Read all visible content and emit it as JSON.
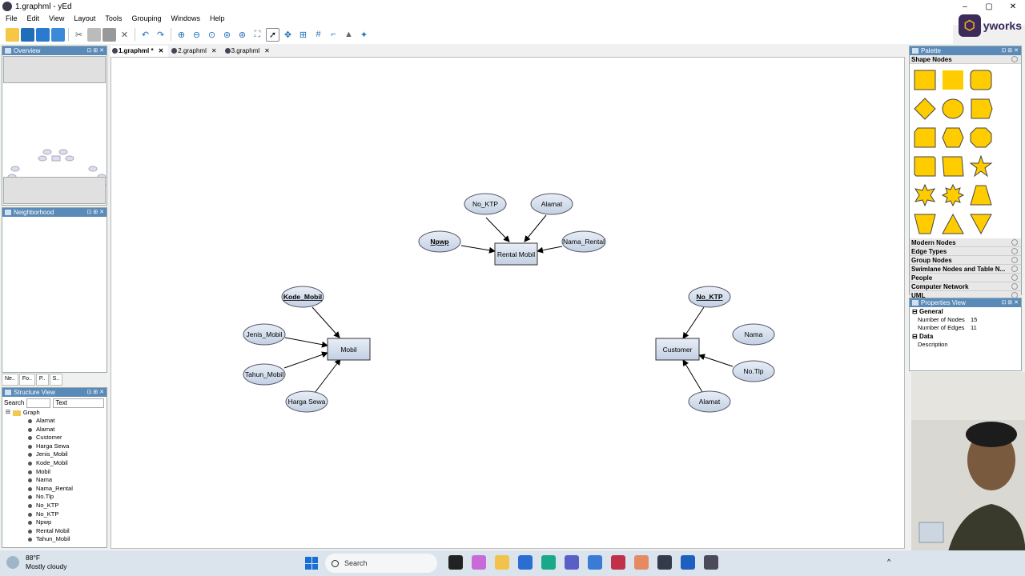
{
  "window": {
    "title": "1.graphml - yEd",
    "controls": [
      "–",
      "▢",
      "✕"
    ]
  },
  "menu": [
    "File",
    "Edit",
    "View",
    "Layout",
    "Tools",
    "Grouping",
    "Windows",
    "Help"
  ],
  "toolbar": {
    "buttons": [
      "new-icon",
      "open-icon",
      "save-icon",
      "print-icon",
      "cut-icon",
      "copy-icon",
      "paste-icon",
      "delete-icon",
      "undo-icon",
      "redo-icon",
      "zoom-in-icon",
      "zoom-out-icon",
      "zoom-fit-icon",
      "zoom-area-icon",
      "zoom-selection-icon",
      "fit-content-icon",
      "edit-mode-icon",
      "navigate-icon",
      "layout-icon",
      "grid-icon",
      "snap-icon",
      "ortho-icon",
      "magic-icon"
    ]
  },
  "brand": {
    "name": "yworks"
  },
  "panels": {
    "overview": "Overview",
    "neighborhood": "Neighborhood",
    "structure": "Structure View",
    "palette": "Palette",
    "properties": "Properties View"
  },
  "small_tabs": [
    "Ne..",
    "Fo..",
    "P..",
    "S.."
  ],
  "structure": {
    "search_label": "Search",
    "search_mode": "Text",
    "root": "Graph",
    "items": [
      "Alamat",
      "Alamat",
      "Customer",
      "Harga Sewa",
      "Jenis_Mobil",
      "Kode_Mobil",
      "Mobil",
      "Nama",
      "Nama_Rental",
      "No.Tlp",
      "No_KTP",
      "No_KTP",
      "Npwp",
      "Rental Mobil",
      "Tahun_Mobil"
    ]
  },
  "doc_tabs": [
    {
      "label": "1.graphml *",
      "active": true
    },
    {
      "label": "2.graphml",
      "active": false
    },
    {
      "label": "3.graphml",
      "active": false
    }
  ],
  "graph": {
    "entities": {
      "rental": "Rental Mobil",
      "mobil": "Mobil",
      "customer": "Customer"
    },
    "attributes": {
      "rental_no_ktp": "No_KTP",
      "rental_alamat": "Alamat",
      "rental_npwp": "Npwp",
      "rental_nama": "Nama_Rental",
      "mobil_kode": "Kode_Mobil",
      "mobil_jenis": "Jenis_Mobil",
      "mobil_tahun": "Tahun_Mobil",
      "mobil_harga": "Harga Sewa",
      "cust_no_ktp": "No_KTP",
      "cust_nama": "Nama",
      "cust_tlp": "No.Tlp",
      "cust_alamat": "Alamat"
    }
  },
  "palette": {
    "section": "Shape Nodes",
    "shape_color": "#ffcc00",
    "groups": [
      "Modern Nodes",
      "Edge Types",
      "Group Nodes",
      "Swimlane Nodes and Table N...",
      "People",
      "Computer Network",
      "UML"
    ]
  },
  "properties": {
    "general": "General",
    "rows": [
      {
        "key": "Number of Nodes",
        "value": "15"
      },
      {
        "key": "Number of Edges",
        "value": "11"
      }
    ],
    "data": "Data",
    "description": "Description"
  },
  "taskbar": {
    "weather_temp": "88°F",
    "weather_desc": "Mostly cloudy",
    "search_placeholder": "Search",
    "tray": "^"
  }
}
